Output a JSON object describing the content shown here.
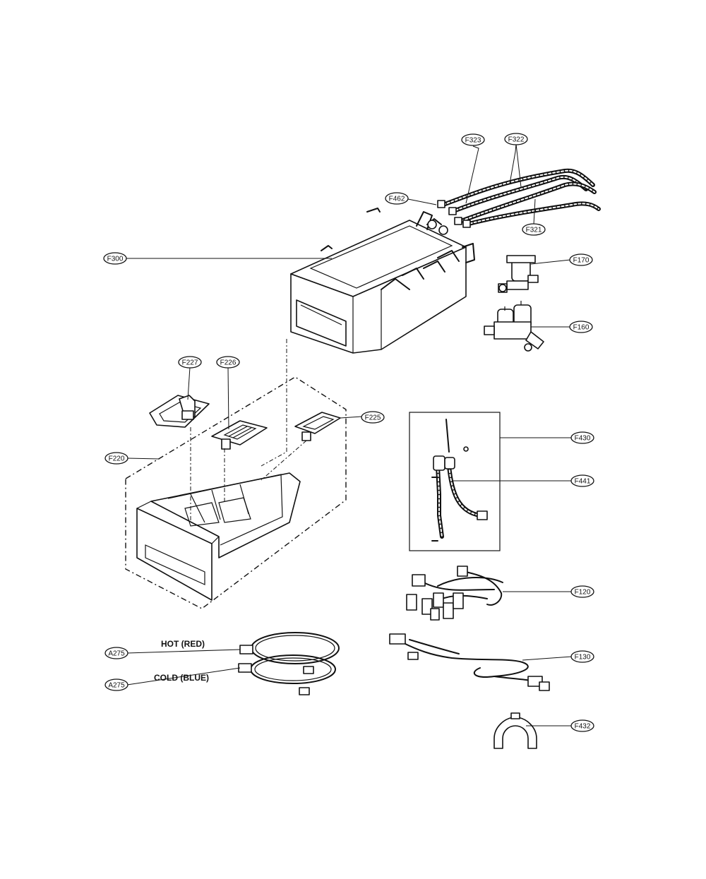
{
  "callouts": {
    "f323": "F323",
    "f322": "F322",
    "f462": "F462",
    "f321": "F321",
    "f300": "F300",
    "f170": "F170",
    "f160": "F160",
    "f227": "F227",
    "f226": "F226",
    "f225": "F225",
    "f220": "F220",
    "f430": "F430",
    "f441": "F441",
    "f120": "F120",
    "f130": "F130",
    "f432": "F432",
    "a275_hot": "A275",
    "a275_cold": "A275"
  },
  "notes": {
    "hot": "HOT (RED)",
    "cold": "COLD (BLUE)"
  }
}
